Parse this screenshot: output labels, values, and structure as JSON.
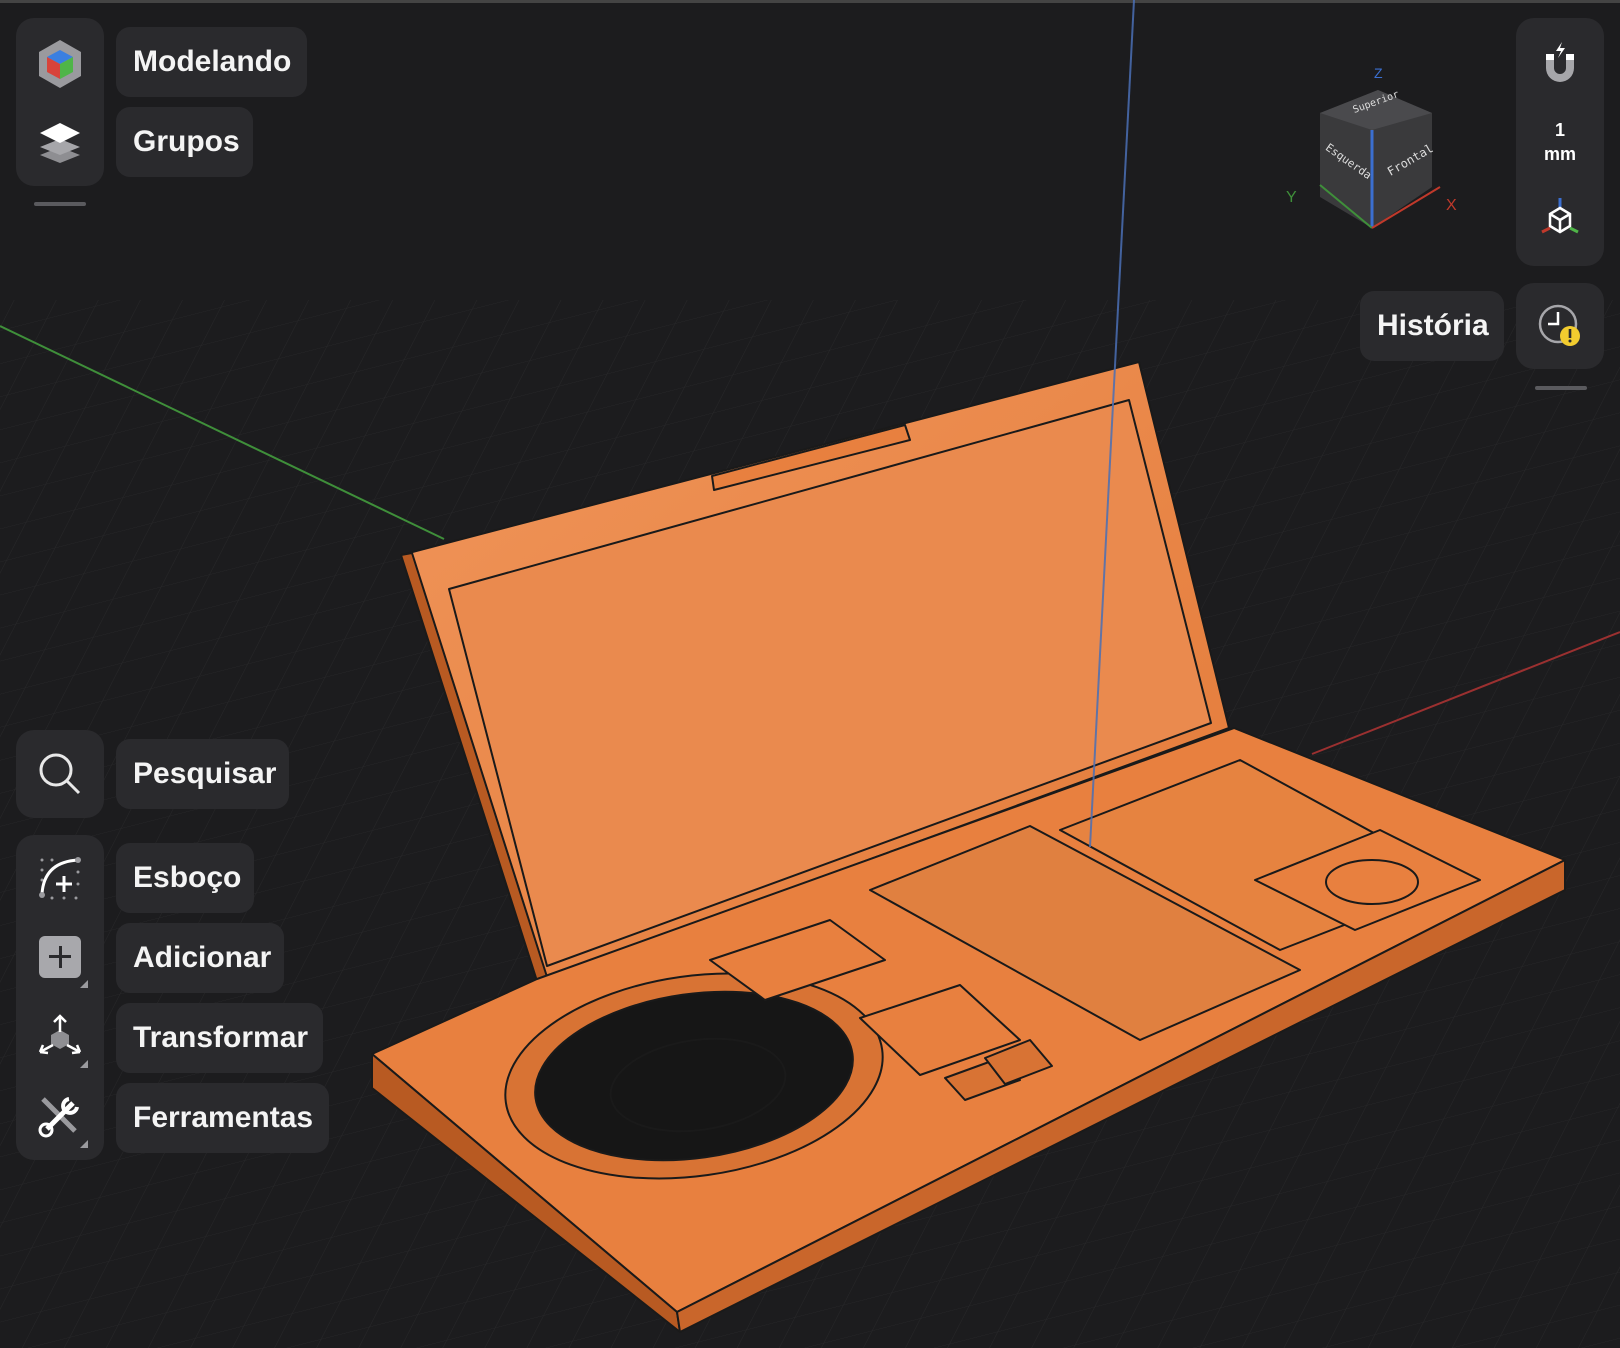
{
  "top_left": {
    "workspace_label": "Modelando",
    "groups_label": "Grupos"
  },
  "left_tools": {
    "search_label": "Pesquisar",
    "sketch_label": "Esboço",
    "add_label": "Adicionar",
    "transform_label": "Transformar",
    "tools_label": "Ferramentas"
  },
  "right_panel": {
    "snap_value": "1",
    "snap_unit": "mm",
    "history_label": "História"
  },
  "view_cube": {
    "top": "Superior",
    "left": "Esquerda",
    "front": "Frontal",
    "axis_x": "X",
    "axis_y": "Y",
    "axis_z": "Z"
  },
  "colors": {
    "model": "#e8803f",
    "axis_x": "#c0392b",
    "axis_y": "#3f8f3a",
    "axis_z": "#3b6fd0",
    "warning": "#f2cc2f"
  }
}
